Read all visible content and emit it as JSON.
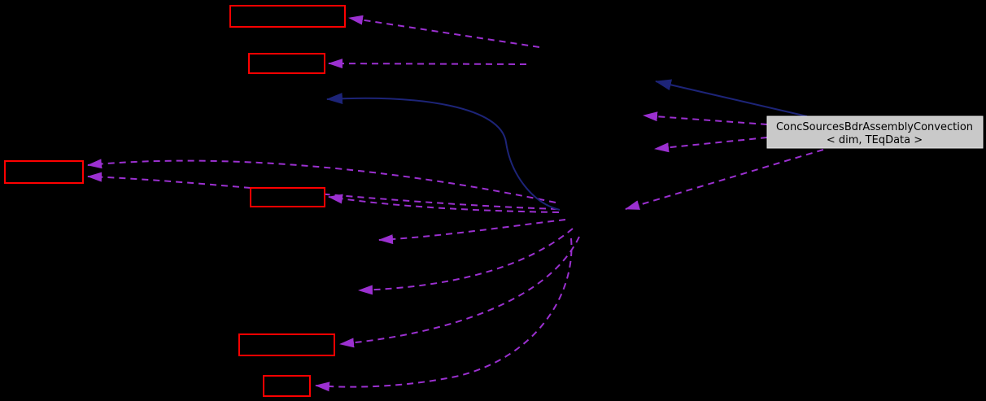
{
  "page": {
    "background": "#000000"
  },
  "diagram": {
    "type": "collaboration-graph",
    "current_node": {
      "label_line1": "ConcSourcesBdrAssemblyConvection",
      "label_line2": "< dim, TEqData >",
      "fill": "#c9c9c9",
      "border_color": "#e6e6e6",
      "text_color": "#000000"
    },
    "colors": {
      "background": "#000000",
      "usage_edge": "#9b30d0",
      "inheritance_edge": "#1d2478",
      "truncated_node_border": "#ff0000",
      "truncated_node_fill": "#000000"
    },
    "counts": {
      "truncated_nodes": 6,
      "usage_edges": 12,
      "inheritance_edges": 2
    }
  }
}
